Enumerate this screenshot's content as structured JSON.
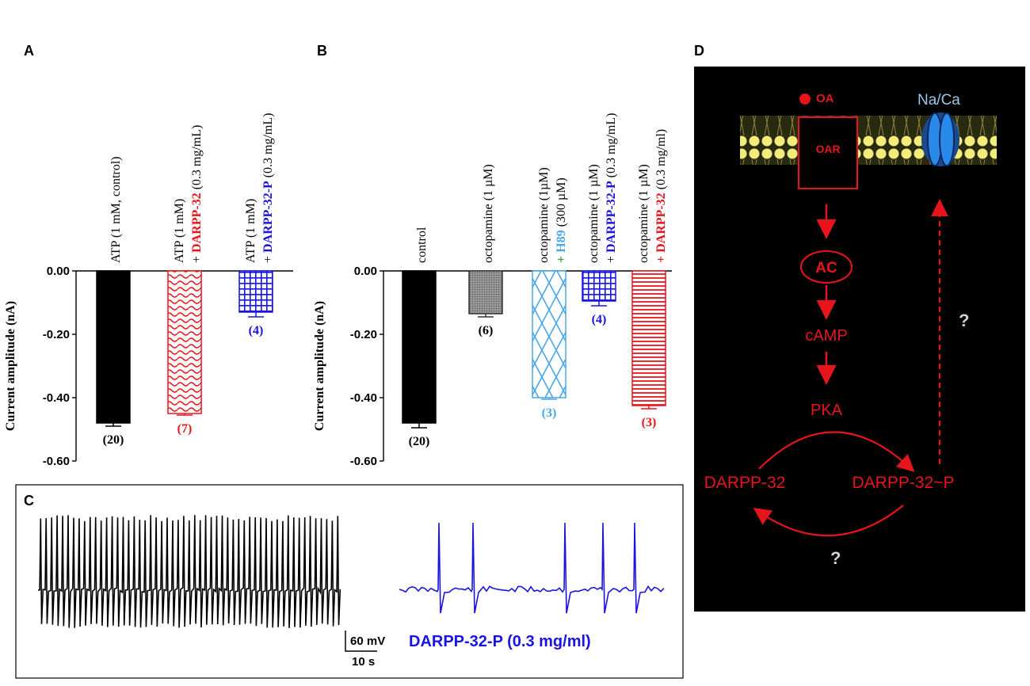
{
  "panels": {
    "A": "A",
    "B": "B",
    "C": "C",
    "D": "D"
  },
  "colors": {
    "black": "#000000",
    "red": "#e8141c",
    "blue": "#1a14e0",
    "light_blue": "#4aa8e8",
    "green": "#2a9a2a",
    "grey_fill": "#9a9a9a",
    "diagram_bg": "#000000",
    "membrane": "#e8e070"
  },
  "chart_data": [
    {
      "panel": "A",
      "type": "bar",
      "ylabel": "Current amplitude (nA)",
      "ylim": [
        -0.6,
        0.0
      ],
      "yticks": [
        "0.00",
        "-0.20",
        "-0.40",
        "-0.60"
      ],
      "categories": [
        {
          "parts": [
            {
              "t": "ATP (1 mM, control)",
              "c": "black"
            }
          ]
        },
        {
          "parts": [
            {
              "t": "ATP (1 mM)",
              "c": "black"
            }
          ],
          "parts2": [
            {
              "t": "+ ",
              "c": "black"
            },
            {
              "t": "DARPP-32",
              "c": "red"
            },
            {
              "t": " (0.3 mg/mL)",
              "c": "black"
            }
          ]
        },
        {
          "parts": [
            {
              "t": "ATP (1 mM)",
              "c": "black"
            }
          ],
          "parts2": [
            {
              "t": "+ ",
              "c": "black"
            },
            {
              "t": "DARPP-32-P",
              "c": "blue"
            },
            {
              "t": " (0.3 mg/mL)",
              "c": "black"
            }
          ]
        }
      ],
      "values": [
        -0.48,
        -0.45,
        -0.13
      ],
      "errors": [
        0.01,
        0.005,
        0.015
      ],
      "n_labels": [
        "(20)",
        "(7)",
        "(4)"
      ],
      "n_colors": [
        "black",
        "red",
        "blue"
      ],
      "patterns": [
        "solid-black",
        "wave-red",
        "grid-blue"
      ]
    },
    {
      "panel": "B",
      "type": "bar",
      "ylabel": "Current amplitude (nA)",
      "ylim": [
        -0.6,
        0.0
      ],
      "yticks": [
        "0.00",
        "-0.20",
        "-0.40",
        "-0.60"
      ],
      "categories": [
        {
          "parts": [
            {
              "t": "control",
              "c": "black"
            }
          ]
        },
        {
          "parts": [
            {
              "t": "octopamine (1 µM)",
              "c": "black"
            }
          ]
        },
        {
          "parts": [
            {
              "t": "octopamine (1µM)",
              "c": "black"
            }
          ],
          "parts2": [
            {
              "t": "+ ",
              "c": "green"
            },
            {
              "t": "H89",
              "c": "cyan"
            },
            {
              "t": " (300 µM)",
              "c": "black"
            }
          ]
        },
        {
          "parts": [
            {
              "t": "octopamine (1 µM)",
              "c": "black"
            }
          ],
          "parts2": [
            {
              "t": "+ ",
              "c": "black"
            },
            {
              "t": "DARPP-32-P",
              "c": "blue"
            },
            {
              "t": " (0.3 mg/mL)",
              "c": "black"
            }
          ]
        },
        {
          "parts": [
            {
              "t": "octopamine (1 µM)",
              "c": "black"
            }
          ],
          "parts2": [
            {
              "t": "+ ",
              "c": "red"
            },
            {
              "t": "DARPP-32",
              "c": "red"
            },
            {
              "t": " (0.3 mg/ml)",
              "c": "black"
            }
          ]
        }
      ],
      "values": [
        -0.48,
        -0.135,
        -0.4,
        -0.095,
        -0.425
      ],
      "errors": [
        0.015,
        0.01,
        0.005,
        0.015,
        0.01
      ],
      "n_labels": [
        "(20)",
        "(6)",
        "(3)",
        "(4)",
        "(3)"
      ],
      "n_colors": [
        "black",
        "black",
        "light_blue",
        "blue",
        "red"
      ],
      "patterns": [
        "solid-black",
        "dots-grey",
        "diamond-cyan",
        "grid-blue",
        "lines-red"
      ]
    },
    {
      "panel": "C",
      "type": "line",
      "traces": [
        {
          "color": "black",
          "spikes": 55
        },
        {
          "color": "blue",
          "spikes": 5
        }
      ],
      "scale_bar": {
        "y_label": "60 mV",
        "x_label": "10 s"
      },
      "annotation": "DARPP-32-P (0.3 mg/ml)"
    }
  ],
  "diagram": {
    "ligand": "OA",
    "channel": "Na/Ca",
    "receptor": "OAR",
    "ac": "AC",
    "camp": "cAMP",
    "pka": "PKA",
    "darpp": "DARPP-32",
    "darpp_p": "DARPP-32~P",
    "question1": "?",
    "question2": "?"
  }
}
